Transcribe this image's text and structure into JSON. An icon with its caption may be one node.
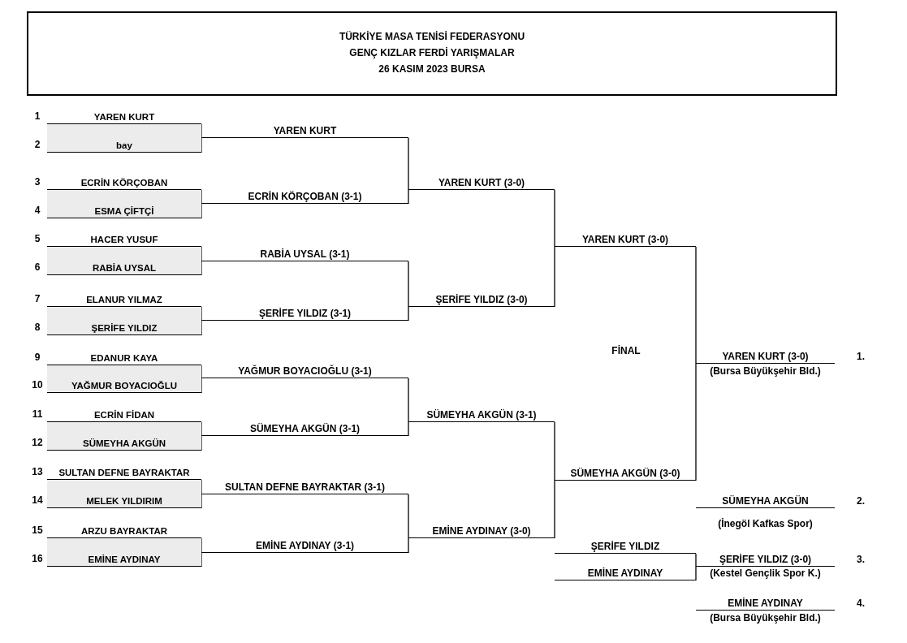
{
  "diagram": {
    "title": "TÜRKİYE MASA TENİSİ FEDERASYONU",
    "nodes": [
      {
        "text": [
          "YAREN KURT"
        ],
        "beside": [
          "1"
        ]
      },
      {
        "text": [
          "bay"
        ],
        "beside": [
          "2"
        ]
      },
      {
        "text": [
          "ECRİN KÖRÇOBAN"
        ],
        "beside": [
          "3"
        ]
      },
      {
        "text": [
          "ESMA ÇİFTÇİ"
        ],
        "beside": [
          "4"
        ]
      },
      {
        "text": [
          "HACER YUSUF"
        ],
        "beside": [
          "5"
        ]
      },
      {
        "text": [
          "RABİA UYSAL"
        ],
        "beside": [
          "6"
        ]
      },
      {
        "text": [
          "ELANUR YILMAZ"
        ],
        "beside": [
          "7"
        ]
      },
      {
        "text": [
          "ŞERİFE YILDIZ"
        ],
        "beside": [
          "8"
        ]
      },
      {
        "text": [
          "EDANUR KAYA"
        ],
        "beside": [
          "9"
        ]
      },
      {
        "text": [
          "YAĞMUR BOYACIOĞLU"
        ],
        "beside": [
          "10"
        ]
      },
      {
        "text": [
          "ECRİN FİDAN"
        ],
        "beside": [
          "11"
        ]
      },
      {
        "text": [
          "SÜMEYHA AKGÜN"
        ],
        "beside": [
          "12"
        ]
      },
      {
        "text": [
          "SULTAN DEFNE BAYRAKTAR"
        ],
        "beside": [
          "13"
        ]
      },
      {
        "text": [
          "MELEK YILDIRIM"
        ],
        "beside": [
          "14"
        ]
      },
      {
        "text": [
          "ARZU BAYRAKTAR"
        ],
        "beside": [
          "15"
        ]
      },
      {
        "text": [
          "EMİNE AYDINAY"
        ],
        "beside": [
          "16"
        ]
      },
      {
        "text": [
          "YAREN KURT"
        ]
      },
      {
        "text": [
          "ECRİN KÖRÇOBAN (3-1)"
        ]
      },
      {
        "text": [
          "RABİA UYSAL (3-1)"
        ]
      },
      {
        "text": [
          "ŞERİFE YILDIZ (3-1)"
        ]
      },
      {
        "text": [
          "YAĞMUR BOYACIOĞLU (3-1)"
        ]
      },
      {
        "text": [
          "SÜMEYHA AKGÜN (3-1)"
        ]
      },
      {
        "text": [
          "SULTAN DEFNE BAYRAKTAR (3-1)"
        ]
      },
      {
        "text": [
          "EMİNE AYDINAY (3-1)"
        ]
      },
      {
        "text": [
          "YAREN KURT (3-0)"
        ]
      },
      {
        "text": [
          "ŞERİFE YILDIZ (3-0)"
        ]
      },
      {
        "text": [
          "SÜMEYHA AKGÜN (3-1)"
        ]
      },
      {
        "text": [
          "EMİNE AYDINAY (3-0)"
        ]
      },
      {
        "text": [
          "YAREN KURT (3-0)"
        ]
      },
      {
        "text": [
          "SÜMEYHA AKGÜN (3-0)"
        ]
      },
      {
        "text": [
          "YAREN KURT (3-0)"
        ],
        "beside": [
          "(Bursa Büyükşehir Bld.)",
          "1."
        ]
      },
      {
        "text": [
          "SÜMEYHA AKGÜN"
        ],
        "beside": [
          "(İnegöl Kafkas Spor)",
          "2."
        ]
      },
      {
        "text": [
          "ŞERİFE YILDIZ"
        ]
      },
      {
        "text": [
          "EMİNE AYDINAY"
        ]
      },
      {
        "text": [
          "ŞERİFE YILDIZ (3-0)"
        ],
        "beside": [
          "(Kestel Gençlik Spor K.)",
          "3."
        ]
      },
      {
        "text": [
          "EMİNE AYDINAY"
        ],
        "beside": [
          "(Bursa Büyükşehir Bld.)",
          "4."
        ]
      }
    ],
    "edges": [
      {
        "from": 0,
        "to": 16,
        "arrow": "none"
      },
      {
        "from": 1,
        "to": 16,
        "arrow": "none"
      },
      {
        "from": 2,
        "to": 17,
        "arrow": "none"
      },
      {
        "from": 3,
        "to": 17,
        "arrow": "none"
      },
      {
        "from": 4,
        "to": 18,
        "arrow": "none"
      },
      {
        "from": 5,
        "to": 18,
        "arrow": "none"
      },
      {
        "from": 6,
        "to": 19,
        "arrow": "none"
      },
      {
        "from": 7,
        "to": 19,
        "arrow": "none"
      },
      {
        "from": 8,
        "to": 20,
        "arrow": "none"
      },
      {
        "from": 9,
        "to": 20,
        "arrow": "none"
      },
      {
        "from": 10,
        "to": 21,
        "arrow": "none"
      },
      {
        "from": 11,
        "to": 21,
        "arrow": "none"
      },
      {
        "from": 12,
        "to": 22,
        "arrow": "none"
      },
      {
        "from": 13,
        "to": 22,
        "arrow": "none"
      },
      {
        "from": 14,
        "to": 23,
        "arrow": "none"
      },
      {
        "from": 15,
        "to": 23,
        "arrow": "none"
      },
      {
        "from": 16,
        "to": 24,
        "arrow": "none"
      },
      {
        "from": 17,
        "to": 24,
        "arrow": "none"
      },
      {
        "from": 18,
        "to": 25,
        "arrow": "none"
      },
      {
        "from": 19,
        "to": 25,
        "arrow": "none"
      },
      {
        "from": 20,
        "to": 26,
        "arrow": "none"
      },
      {
        "from": 21,
        "to": 26,
        "arrow": "none"
      },
      {
        "from": 22,
        "to": 27,
        "arrow": "none"
      },
      {
        "from": 23,
        "to": 27,
        "arrow": "none"
      },
      {
        "from": 24,
        "to": 28,
        "arrow": "none"
      },
      {
        "from": 25,
        "to": 28,
        "arrow": "none"
      },
      {
        "from": 26,
        "to": 29,
        "arrow": "none"
      },
      {
        "from": 27,
        "to": 29,
        "arrow": "none"
      },
      {
        "from": 28,
        "to": 30,
        "arrow": "none"
      },
      {
        "from": 29,
        "to": 30,
        "arrow": "none"
      },
      {
        "from": 32,
        "to": 34,
        "arrow": "none"
      },
      {
        "from": 33,
        "to": 34,
        "arrow": "none"
      }
    ],
    "labels": [
      "GENÇ KIZLAR FERDİ YARIŞMALAR",
      "26 KASIM 2023 BURSA",
      "FİNAL"
    ]
  }
}
